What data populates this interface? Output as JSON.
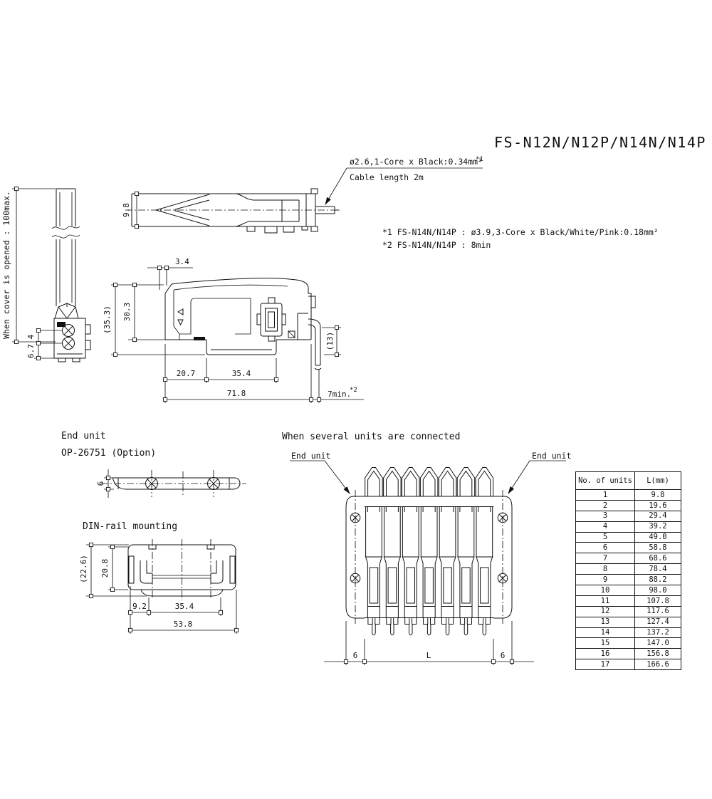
{
  "colors": {
    "line": "#111111",
    "background": "#ffffff"
  },
  "title": "FS-N12N/N12P/N14N/N14P",
  "cable_note": {
    "line1": "ø2.6,1-Core x Black:0.34mm²",
    "ref1": "*1",
    "line2": "Cable length 2m"
  },
  "footnotes": {
    "note1": "*1 FS-N14N/N14P : ø3.9,3-Core x Black/White/Pink:0.18mm²",
    "note2": "*2 FS-N14N/N14P : 8min"
  },
  "top_view": {
    "dim_height": "9.8"
  },
  "front_view": {
    "label": "When cover is opened : 100max.",
    "dim_screw_pitch": "4",
    "dim_bottom": "6.7"
  },
  "side_view": {
    "dim_tab": "3.4",
    "dim_total_height": "(35.3)",
    "dim_body_height": "30.3",
    "dim_cable_bend": "(13)",
    "dim_front": "20.7",
    "dim_rail": "35.4",
    "dim_length": "71.8",
    "dim_cable_min": "7min.",
    "dim_cable_min_ref": "*2"
  },
  "end_unit": {
    "label": "End unit",
    "model": "OP-26751 (Option)",
    "dim_width": "6"
  },
  "din_rail": {
    "label": "DIN-rail mounting",
    "dim_total_height": "(22.6)",
    "dim_height": "20.8",
    "dim_offset": "9.2",
    "dim_rail": "35.4",
    "dim_width": "53.8"
  },
  "connected": {
    "label": "When several units are connected",
    "end_unit_left": "End unit",
    "end_unit_right": "End unit",
    "dim_left": "6",
    "dim_length": "L",
    "dim_right": "6"
  },
  "table": {
    "headers": [
      "No. of units",
      "L(mm)"
    ],
    "rows": [
      {
        "n": "1",
        "l": "9.8"
      },
      {
        "n": "2",
        "l": "19.6"
      },
      {
        "n": "3",
        "l": "29.4"
      },
      {
        "n": "4",
        "l": "39.2"
      },
      {
        "n": "5",
        "l": "49.0"
      },
      {
        "n": "6",
        "l": "58.8"
      },
      {
        "n": "7",
        "l": "68.6"
      },
      {
        "n": "8",
        "l": "78.4"
      },
      {
        "n": "9",
        "l": "88.2"
      },
      {
        "n": "10",
        "l": "98.0"
      },
      {
        "n": "11",
        "l": "107.8"
      },
      {
        "n": "12",
        "l": "117.6"
      },
      {
        "n": "13",
        "l": "127.4"
      },
      {
        "n": "14",
        "l": "137.2"
      },
      {
        "n": "15",
        "l": "147.0"
      },
      {
        "n": "16",
        "l": "156.8"
      },
      {
        "n": "17",
        "l": "166.6"
      }
    ]
  }
}
